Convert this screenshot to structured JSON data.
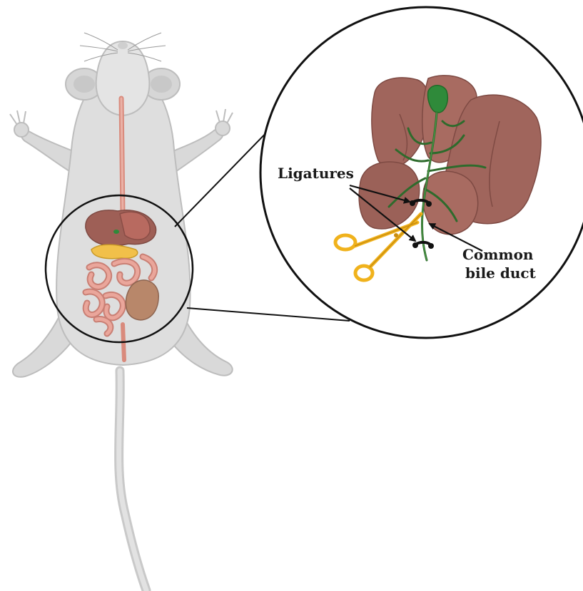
{
  "labels": {
    "ligatures": "Ligatures",
    "common_bile_duct_line1": "Common",
    "common_bile_duct_line2": "bile duct"
  },
  "colors": {
    "mouse_body": "#dcdcdc",
    "mouse_outline": "#bdbdbd",
    "tail": "#c9c9c9",
    "esophagus": "#e39a8c",
    "liver": "#a0655c",
    "liver_dark": "#7e4a43",
    "gallbladder": "#2f8a3a",
    "bile_duct": "#2e6b2c",
    "ligature": "#111111",
    "scissors": "#f0b21c",
    "intestine": "#e6a096",
    "colon": "#b8876a",
    "pancreas": "#f1c04a",
    "circle_stroke": "#111111"
  },
  "icons": [
    "mouse-body",
    "liver-organ",
    "gallbladder",
    "scissors-icon",
    "ligature-knot"
  ]
}
